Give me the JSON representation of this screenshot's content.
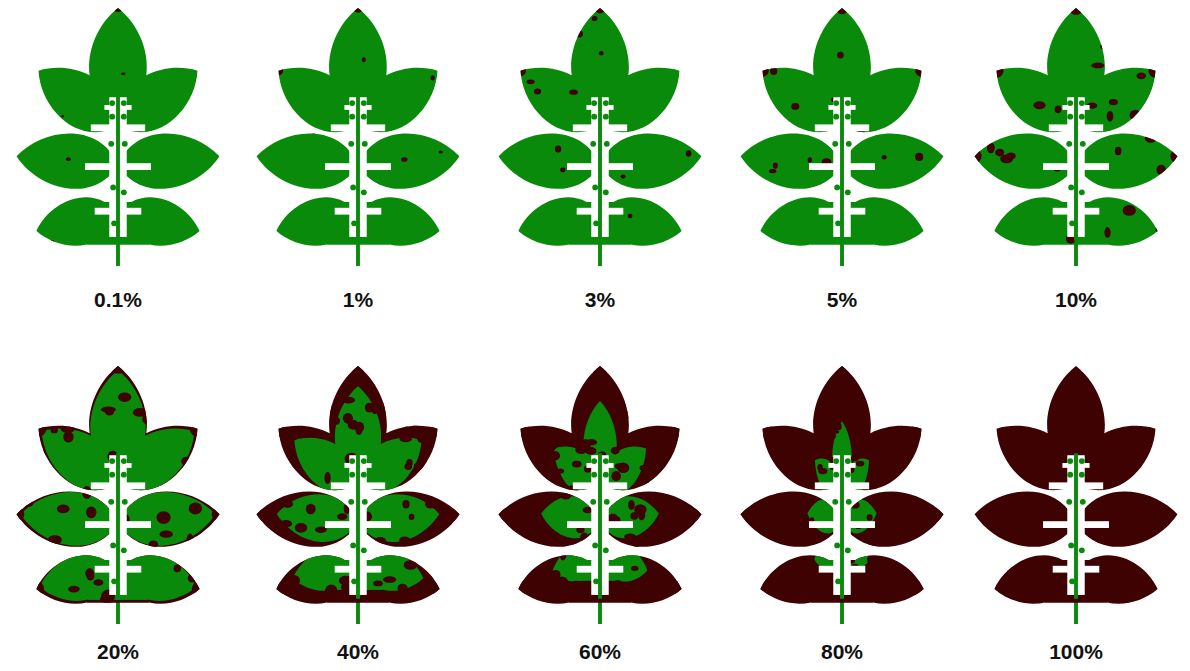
{
  "diagram": {
    "labels": [
      "0.1%",
      "1%",
      "3%",
      "5%",
      "10%",
      "20%",
      "40%",
      "60%",
      "80%",
      "100%"
    ]
  }
}
